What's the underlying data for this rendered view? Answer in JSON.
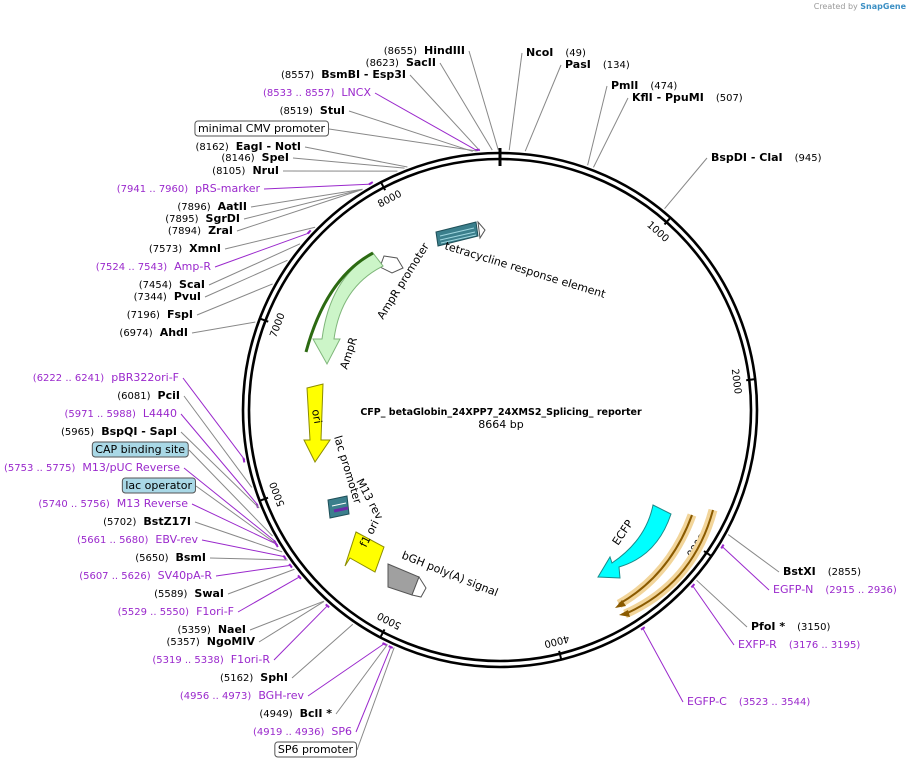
{
  "credit": {
    "prefix": "Created by",
    "brand": "SnapGene"
  },
  "plasmid": {
    "name": "CFP_ betaGlobin_24XPP7_24XMS2_Splicing_ reporter",
    "size_label": "8664 bp",
    "length": 8664
  },
  "ticks": [
    {
      "label": "1000",
      "bp": 1000
    },
    {
      "label": "2000",
      "bp": 2000
    },
    {
      "label": "3000",
      "bp": 3000
    },
    {
      "label": "4000",
      "bp": 4000
    },
    {
      "label": "5000",
      "bp": 5000
    },
    {
      "label": "5000",
      "bp": 6000
    },
    {
      "label": "7000",
      "bp": 7000
    },
    {
      "label": "8000",
      "bp": 8000
    }
  ],
  "sites": [
    {
      "pos": "(8655)",
      "name": "HindIII",
      "kind": "enzyme",
      "bp": 8655
    },
    {
      "pos": "(8623)",
      "name": "SacII",
      "kind": "enzyme",
      "bp": 8623
    },
    {
      "pos": "(49)",
      "name": "NcoI",
      "kind": "enzyme",
      "bp": 49
    },
    {
      "pos": "(134)",
      "name": "PasI",
      "kind": "enzyme",
      "bp": 134
    },
    {
      "pos": "(8557)",
      "name": "BsmBI   - Esp3I",
      "kind": "enzyme",
      "bp": 8557
    },
    {
      "pos": "(8533 .. 8557)",
      "name": "LNCX",
      "kind": "primer",
      "bp": 8545
    },
    {
      "pos": "(474)",
      "name": "PmlI",
      "kind": "enzyme",
      "bp": 474
    },
    {
      "pos": "(507)",
      "name": "KflI   - PpuMI",
      "kind": "enzyme",
      "bp": 507
    },
    {
      "pos": "(8519)",
      "name": "StuI",
      "kind": "enzyme",
      "bp": 8519
    },
    {
      "pos": "",
      "name": "minimal CMV promoter",
      "kind": "box",
      "bp": 8540
    },
    {
      "pos": "(8162)",
      "name": "EagI   - NotI",
      "kind": "enzyme",
      "bp": 8162
    },
    {
      "pos": "(8146)",
      "name": "SpeI",
      "kind": "enzyme",
      "bp": 8146
    },
    {
      "pos": "(8105)",
      "name": "NruI",
      "kind": "enzyme",
      "bp": 8105
    },
    {
      "pos": "(945)",
      "name": "BspDI   - ClaI",
      "kind": "enzyme",
      "bp": 945
    },
    {
      "pos": "(7941 .. 7960)",
      "name": "pRS-marker",
      "kind": "primer",
      "bp": 7950
    },
    {
      "pos": "(7896)",
      "name": "AatII",
      "kind": "enzyme",
      "bp": 7896
    },
    {
      "pos": "(7895)",
      "name": "SgrDI",
      "kind": "enzyme",
      "bp": 7895
    },
    {
      "pos": "(7894)",
      "name": "ZraI",
      "kind": "enzyme",
      "bp": 7894
    },
    {
      "pos": "(7573)",
      "name": "XmnI",
      "kind": "enzyme",
      "bp": 7573
    },
    {
      "pos": "(7524 .. 7543)",
      "name": "Amp-R",
      "kind": "primer",
      "bp": 7533
    },
    {
      "pos": "(7454)",
      "name": "ScaI",
      "kind": "enzyme",
      "bp": 7454
    },
    {
      "pos": "(7344)",
      "name": "PvuI",
      "kind": "enzyme",
      "bp": 7344
    },
    {
      "pos": "(7196)",
      "name": "FspI",
      "kind": "enzyme",
      "bp": 7196
    },
    {
      "pos": "(6974)",
      "name": "AhdI",
      "kind": "enzyme",
      "bp": 6974
    },
    {
      "pos": "(6222 .. 6241)",
      "name": "pBR322ori-F",
      "kind": "primer",
      "bp": 6231
    },
    {
      "pos": "(6081)",
      "name": "PciI",
      "kind": "enzyme",
      "bp": 6081
    },
    {
      "pos": "(5971 .. 5988)",
      "name": "L4440",
      "kind": "primer",
      "bp": 5980
    },
    {
      "pos": "(5965)",
      "name": "BspQI   - SapI",
      "kind": "enzyme",
      "bp": 5965
    },
    {
      "pos": "",
      "name": "CAP binding site",
      "kind": "boxblue",
      "bp": 5800
    },
    {
      "pos": "(5753 .. 5775)",
      "name": "M13/pUC Reverse",
      "kind": "primer",
      "bp": 5764
    },
    {
      "pos": "",
      "name": "lac operator",
      "kind": "boxblue",
      "bp": 5745
    },
    {
      "pos": "(5740 .. 5756)",
      "name": "M13 Reverse",
      "kind": "primer",
      "bp": 5748
    },
    {
      "pos": "(5702)",
      "name": "BstZ17I",
      "kind": "enzyme",
      "bp": 5702
    },
    {
      "pos": "(5661 .. 5680)",
      "name": "EBV-rev",
      "kind": "primer",
      "bp": 5670
    },
    {
      "pos": "(5650)",
      "name": "BsmI",
      "kind": "enzyme",
      "bp": 5650
    },
    {
      "pos": "(5607 .. 5626)",
      "name": "SV40pA-R",
      "kind": "primer",
      "bp": 5616
    },
    {
      "pos": "(5589)",
      "name": "SwaI",
      "kind": "enzyme",
      "bp": 5589
    },
    {
      "pos": "(5529 .. 5550)",
      "name": "F1ori-F",
      "kind": "primer",
      "bp": 5540
    },
    {
      "pos": "(5359)",
      "name": "NaeI",
      "kind": "enzyme",
      "bp": 5359
    },
    {
      "pos": "(5357)",
      "name": "NgoMIV",
      "kind": "enzyme",
      "bp": 5357
    },
    {
      "pos": "(5319 .. 5338)",
      "name": "F1ori-R",
      "kind": "primer",
      "bp": 5328
    },
    {
      "pos": "(5162)",
      "name": "SphI",
      "kind": "enzyme",
      "bp": 5162
    },
    {
      "pos": "(4956 .. 4973)",
      "name": "BGH-rev",
      "kind": "primer",
      "bp": 4964
    },
    {
      "pos": "(4949)",
      "name": "BclI *",
      "kind": "enzyme",
      "bp": 4949
    },
    {
      "pos": "(4919 .. 4936)",
      "name": "SP6",
      "kind": "primer",
      "bp": 4928
    },
    {
      "pos": "",
      "name": "SP6 promoter",
      "kind": "box",
      "bp": 4910
    },
    {
      "pos": "(2855)",
      "name": "BstXI",
      "kind": "enzyme",
      "bp": 2855
    },
    {
      "pos": "(2915 .. 2936)",
      "name": "EGFP-N",
      "kind": "primer",
      "bp": 2925
    },
    {
      "pos": "(3150)",
      "name": "PfoI *",
      "kind": "enzyme",
      "bp": 3150
    },
    {
      "pos": "(3176 .. 3195)",
      "name": "EXFP-R",
      "kind": "primer",
      "bp": 3185
    },
    {
      "pos": "(3523 .. 3544)",
      "name": "EGFP-C",
      "kind": "primer",
      "bp": 3533
    }
  ],
  "features": [
    {
      "name": "tetracycline response element",
      "color": "#3b7f8c"
    },
    {
      "name": "AmpR promoter",
      "color": "#ffffff"
    },
    {
      "name": "AmpR",
      "color": "#ccf5c8"
    },
    {
      "name": "ori",
      "color": "#ffff00"
    },
    {
      "name": "lac promoter",
      "color": "#ffffff"
    },
    {
      "name": "M13 rev",
      "color": "#ffffff"
    },
    {
      "name": "f1 ori",
      "color": "#ffff00"
    },
    {
      "name": "bGH poly(A) signal",
      "color": "#a0a0a0"
    },
    {
      "name": "ECFP",
      "color": "#00ffff"
    }
  ],
  "colors": {
    "primer": "#9a28cc",
    "enzyme": "#000000",
    "backbone": "#000000"
  }
}
